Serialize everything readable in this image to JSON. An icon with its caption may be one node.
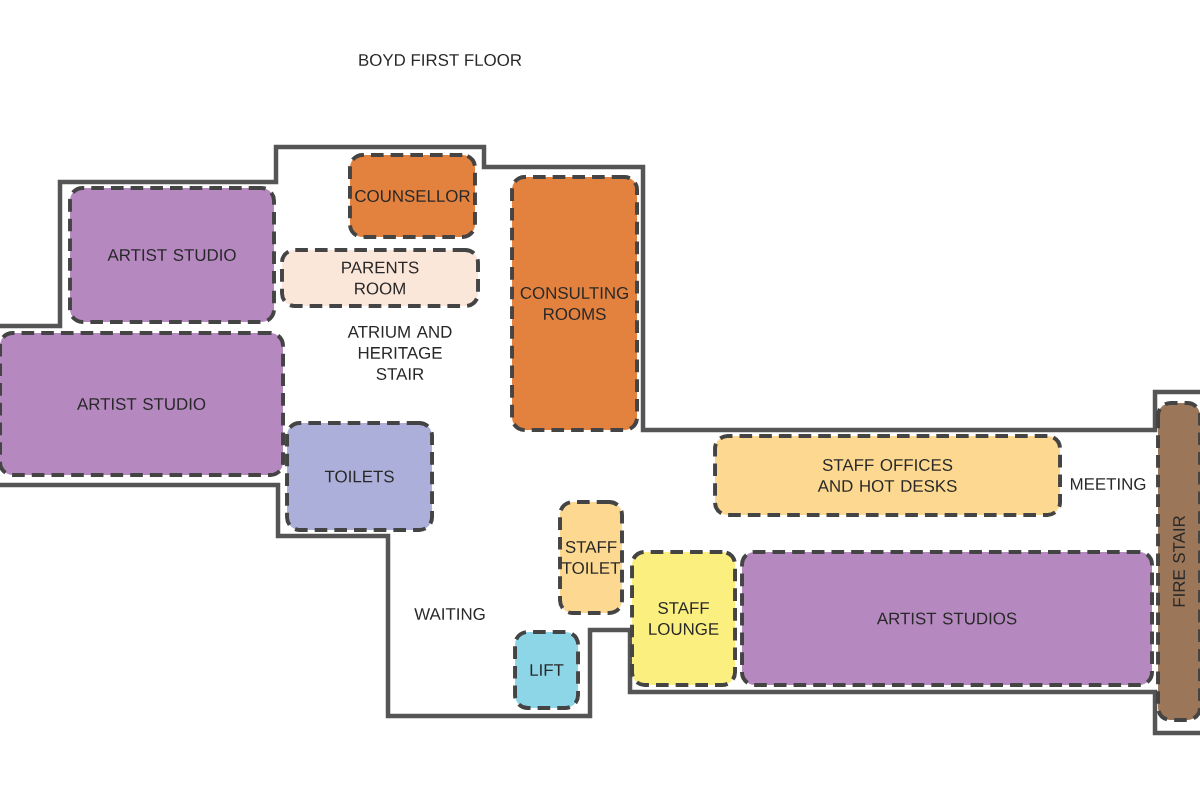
{
  "diagram": {
    "title": "BOYD FIRST FLOOR",
    "nodes": [
      {
        "text": [
          "ARTIST STUDIO"
        ]
      },
      {
        "text": [
          "COUNSELLOR"
        ]
      },
      {
        "text": [
          "PARENTS ROOM"
        ]
      },
      {
        "text": [
          "CONSULTING ROOMS"
        ]
      },
      {
        "text": [
          "ARTIST STUDIO"
        ]
      },
      {
        "text": [
          "TOILETS"
        ]
      },
      {
        "text": [
          "STAFF OFFICES AND HOT DESKS"
        ]
      },
      {
        "text": [
          "STAFF TOILET"
        ]
      },
      {
        "text": [
          "STAFF LOUNGE"
        ]
      },
      {
        "text": [
          "LIFT"
        ]
      },
      {
        "text": [
          "ARTIST STUDIOS"
        ]
      },
      {
        "text": [
          "FIRE STAIR"
        ]
      }
    ],
    "labels": [
      "ATRIUM AND HERITAGE STAIR",
      "WAITING",
      "MEETING"
    ]
  }
}
